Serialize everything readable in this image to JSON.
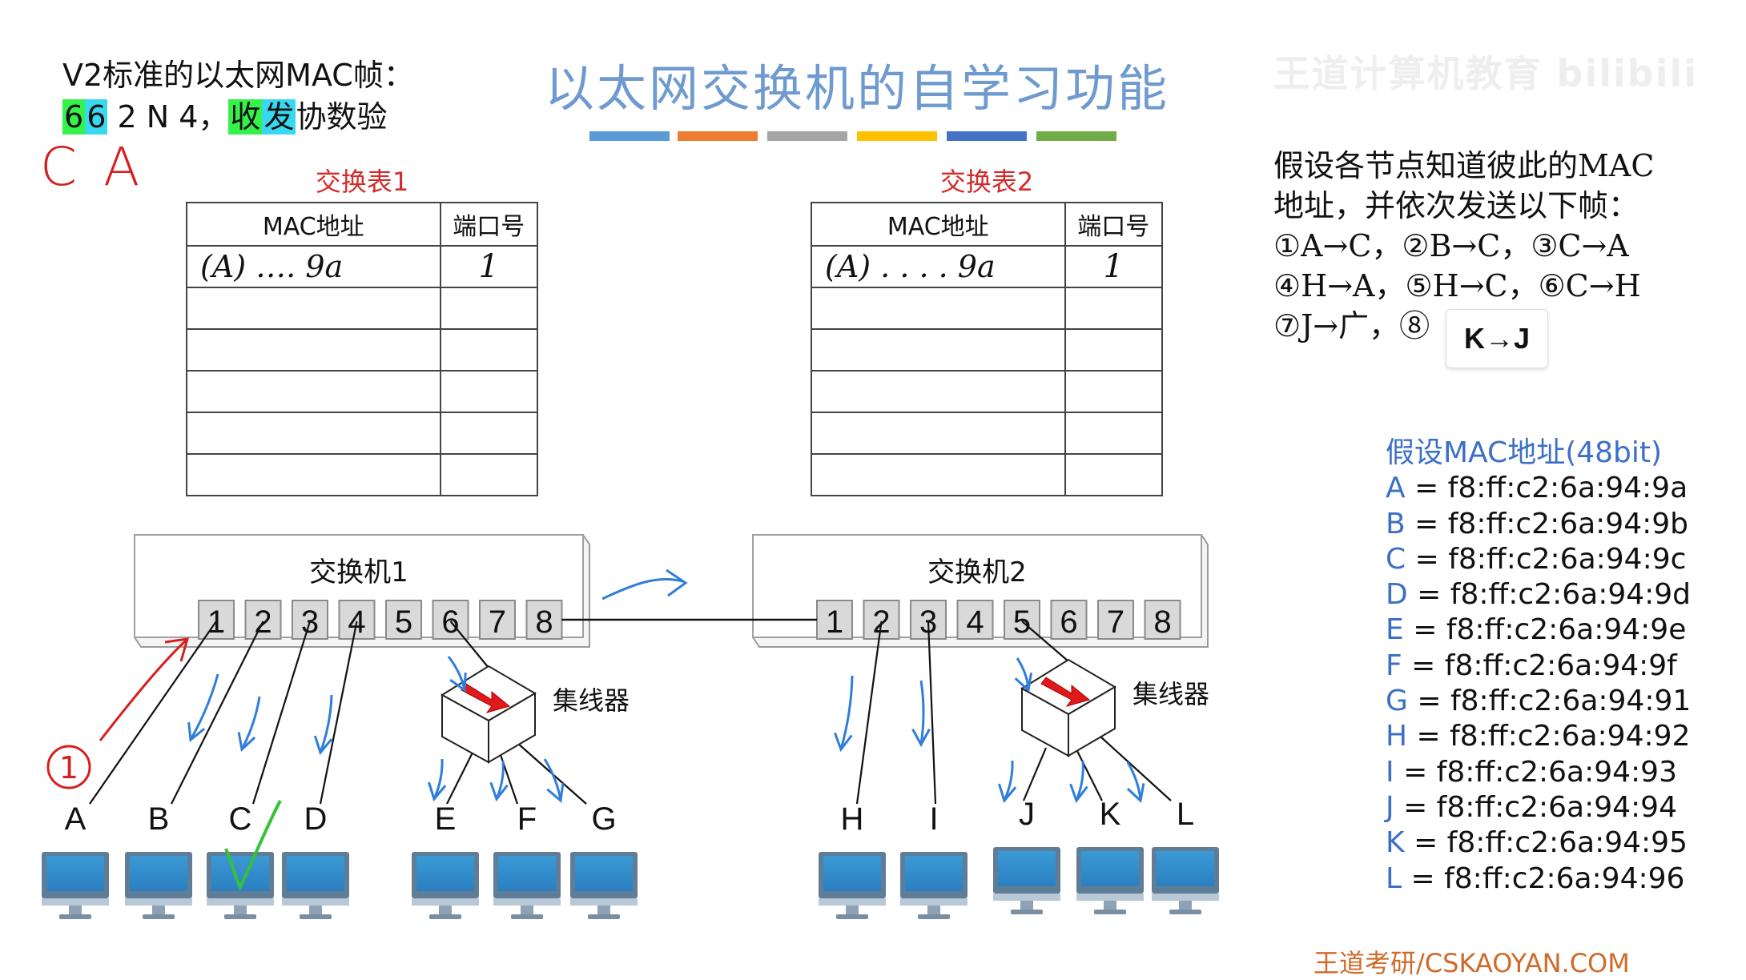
{
  "frame_format": {
    "line1": "V2标准的以太网MAC帧：",
    "field_6a": "6",
    "field_6b": "6",
    "field_rest": "2 N 4，",
    "field_recv": "收",
    "field_send": "发",
    "field_tail": "协数验",
    "handwritten": "C A"
  },
  "title": "以太网交换机的自学习功能",
  "color_bars": [
    "#5b9bd5",
    "#ed7d31",
    "#a5a5a5",
    "#ffc000",
    "#4472c4",
    "#70ad47"
  ],
  "table1": {
    "title": "交换表1",
    "headers": [
      "MAC地址",
      "端口号"
    ],
    "rows": [
      [
        "(A) …. 9a",
        "1"
      ],
      [
        "",
        ""
      ],
      [
        "",
        ""
      ],
      [
        "",
        ""
      ],
      [
        "",
        ""
      ],
      [
        "",
        ""
      ]
    ]
  },
  "table2": {
    "title": "交换表2",
    "headers": [
      "MAC地址",
      "端口号"
    ],
    "rows": [
      [
        "(A) . . . . 9a",
        "1"
      ],
      [
        "",
        ""
      ],
      [
        "",
        ""
      ],
      [
        "",
        ""
      ],
      [
        "",
        ""
      ],
      [
        "",
        ""
      ]
    ]
  },
  "assumption": {
    "line1": "假设各节点知道彼此的MAC",
    "line2": "地址，并依次发送以下帧：",
    "line3": "①A→C，②B→C，③C→A",
    "line4": "④H→A，⑤H→C，⑥C→H",
    "line5": "⑦J→广，⑧",
    "current_frame": "K→J"
  },
  "mac_assumption": {
    "heading": "假设MAC地址(48bit)",
    "entries": [
      {
        "label": "A",
        "value": "= f8:ff:c2:6a:94:9a"
      },
      {
        "label": "B",
        "value": "= f8:ff:c2:6a:94:9b"
      },
      {
        "label": "C",
        "value": "= f8:ff:c2:6a:94:9c"
      },
      {
        "label": "D",
        "value": "= f8:ff:c2:6a:94:9d"
      },
      {
        "label": "E",
        "value": "= f8:ff:c2:6a:94:9e"
      },
      {
        "label": "F",
        "value": "= f8:ff:c2:6a:94:9f"
      },
      {
        "label": "G",
        "value": "= f8:ff:c2:6a:94:91"
      },
      {
        "label": "H",
        "value": "= f8:ff:c2:6a:94:92"
      },
      {
        "label": "I",
        "value": "= f8:ff:c2:6a:94:93"
      },
      {
        "label": "J",
        "value": "= f8:ff:c2:6a:94:94"
      },
      {
        "label": "K",
        "value": "= f8:ff:c2:6a:94:95"
      },
      {
        "label": "L",
        "value": "= f8:ff:c2:6a:94:96"
      }
    ]
  },
  "switch1": {
    "label": "交换机1",
    "ports": [
      "1",
      "2",
      "3",
      "4",
      "5",
      "6",
      "7",
      "8"
    ]
  },
  "switch2": {
    "label": "交换机2",
    "ports": [
      "1",
      "2",
      "3",
      "4",
      "5",
      "6",
      "7",
      "8"
    ]
  },
  "hub1": {
    "label": "集线器"
  },
  "hub2": {
    "label": "集线器"
  },
  "annotation_step": "1",
  "nodes": {
    "A": "A",
    "B": "B",
    "C": "C",
    "D": "D",
    "E": "E",
    "F": "F",
    "G": "G",
    "H": "H",
    "I": "I",
    "J": "J",
    "K": "K",
    "L": "L"
  },
  "watermark": "王道计算机教育 bilibili",
  "footer": "王道考研/CSKAOYAN.COM"
}
